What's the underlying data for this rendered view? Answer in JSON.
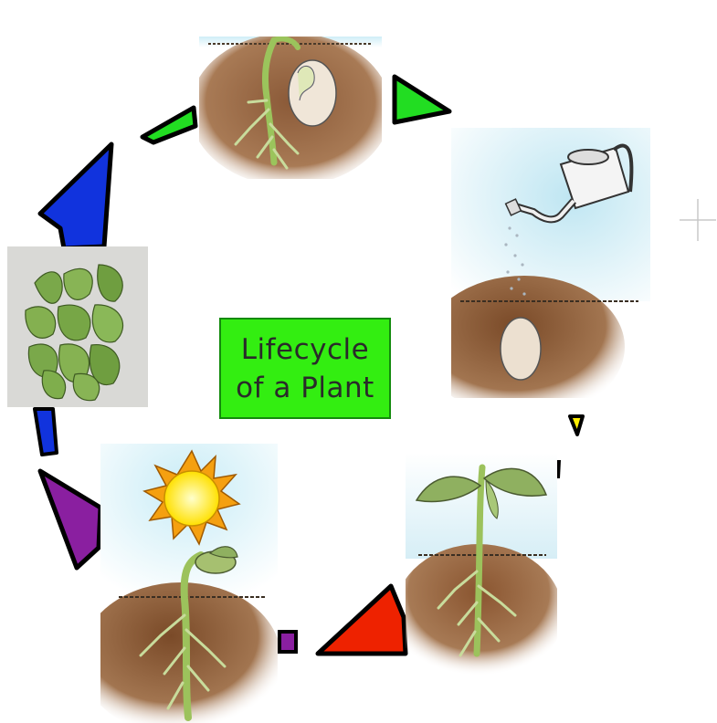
{
  "title": {
    "line1": "Lifecycle",
    "line2": "of a Plant",
    "background": "#33ee11",
    "border": "#138a0c"
  },
  "stages": [
    {
      "name": "germinating-seed"
    },
    {
      "name": "watering-seed"
    },
    {
      "name": "young-plant"
    },
    {
      "name": "seedling-with-sun"
    },
    {
      "name": "pea-pods"
    }
  ],
  "arrow_colors": {
    "green": "#22dd22",
    "yellow": "#ffee00",
    "red": "#ee2200",
    "purple": "#8a1fa0",
    "blue": "#1133dd"
  }
}
